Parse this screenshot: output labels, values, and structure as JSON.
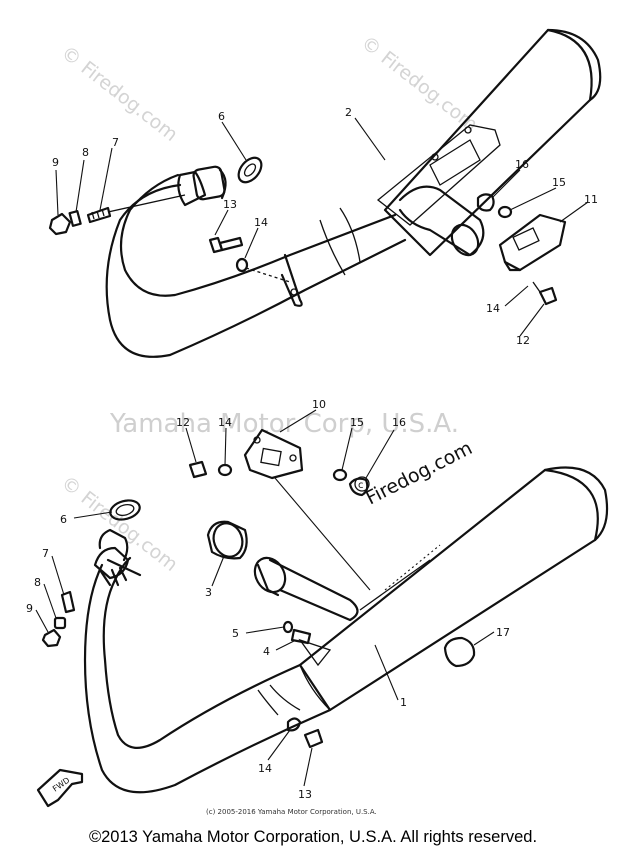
{
  "watermarks": {
    "site": "© Firedog.com",
    "site_short": "Firedog.com",
    "owner": "Yamaha Motor Corp, U.S.A."
  },
  "labels": {
    "fwd": "FWD",
    "inner_copyright": "(c) 2005-2016 Yamaha Motor Corporation, U.S.A."
  },
  "callouts_top": [
    "9",
    "8",
    "7",
    "6",
    "13",
    "14",
    "2",
    "16",
    "15",
    "11",
    "14",
    "12"
  ],
  "callouts_bottom": [
    "12",
    "14",
    "10",
    "15",
    "16",
    "6",
    "7",
    "8",
    "9",
    "3",
    "5",
    "4",
    "1",
    "17",
    "14",
    "13"
  ],
  "footer": {
    "copyright": "©2013 Yamaha Motor Corporation, U.S.A. All rights reserved."
  }
}
